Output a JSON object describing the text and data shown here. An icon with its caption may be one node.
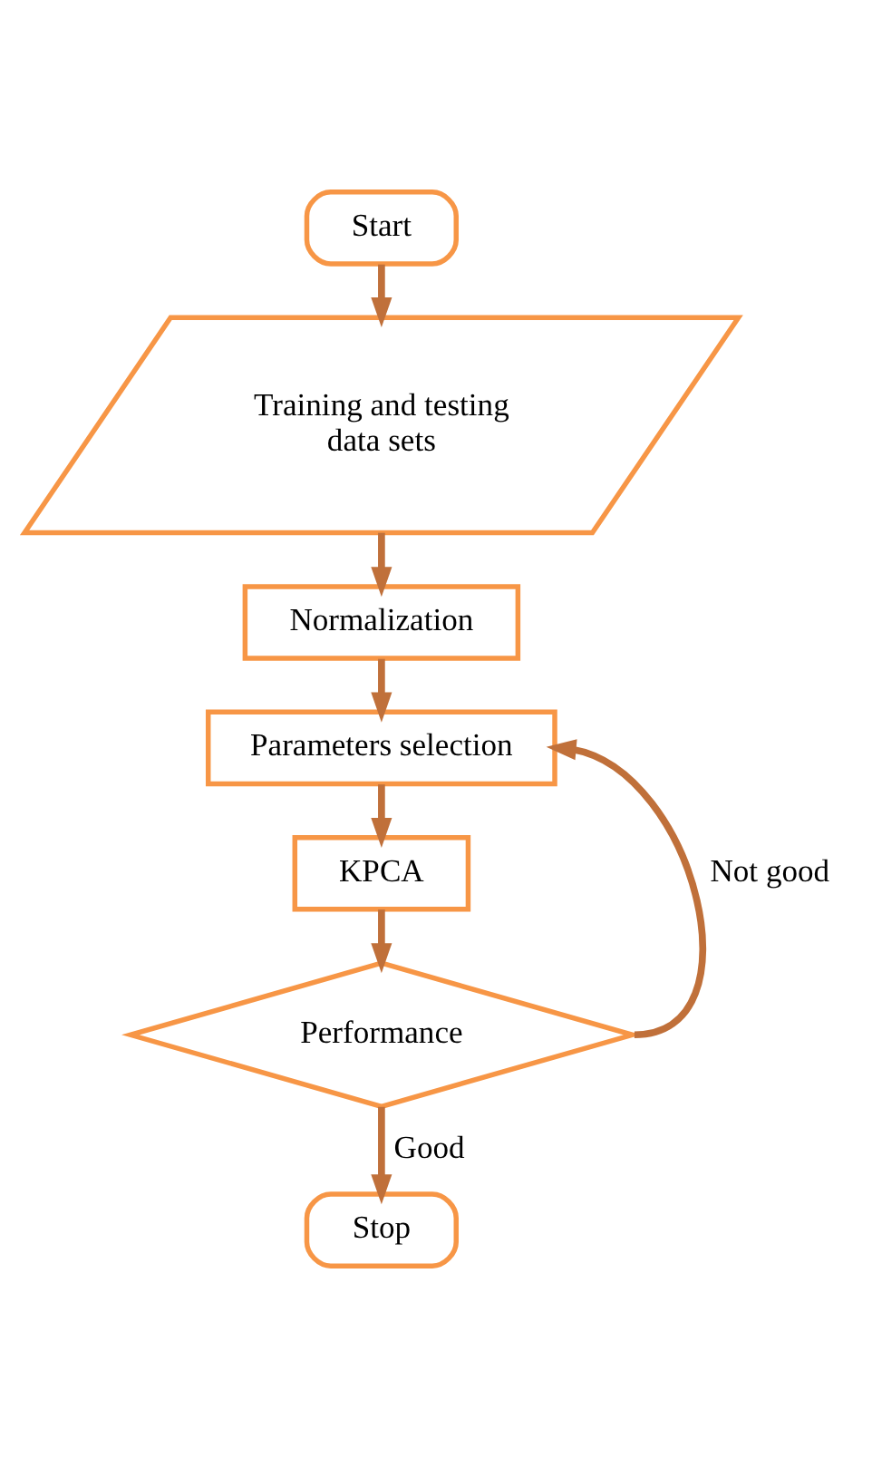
{
  "diagram": {
    "nodes": [
      {
        "text": [
          "Start"
        ]
      },
      {
        "text": [
          "Training and testing data sets"
        ]
      },
      {
        "text": [
          "Normalization"
        ]
      },
      {
        "text": [
          "Parameters selection"
        ]
      },
      {
        "text": [
          "KPCA"
        ]
      },
      {
        "text": [
          "Performance"
        ]
      },
      {
        "text": [
          "Stop"
        ]
      }
    ],
    "edges": [
      {
        "from": 0,
        "to": 1,
        "arrow": "to"
      },
      {
        "from": 1,
        "to": 2,
        "arrow": "to"
      },
      {
        "from": 2,
        "to": 3,
        "arrow": "to"
      },
      {
        "from": 3,
        "to": 4,
        "arrow": "to"
      },
      {
        "from": 4,
        "to": 5,
        "arrow": "to"
      },
      {
        "from": 5,
        "to": 3,
        "arrow": "to",
        "label": "Not good"
      },
      {
        "from": 5,
        "to": 6,
        "arrow": "to",
        "label": "Good"
      }
    ]
  }
}
